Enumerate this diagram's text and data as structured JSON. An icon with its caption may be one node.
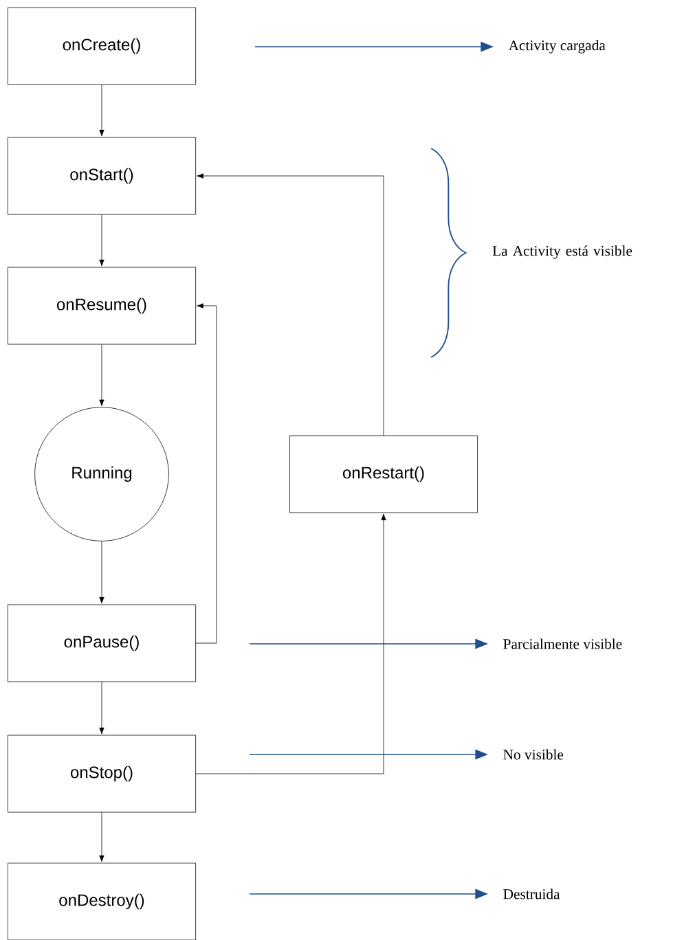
{
  "diagram": {
    "nodes": [
      {
        "text": [
          "onCreate()"
        ]
      },
      {
        "text": [
          "onStart()"
        ]
      },
      {
        "text": [
          "onResume()"
        ]
      },
      {
        "text": [
          "Running"
        ]
      },
      {
        "text": [
          "onPause()"
        ]
      },
      {
        "text": [
          "onStop()"
        ]
      },
      {
        "text": [
          "onDestroy()"
        ]
      },
      {
        "text": [
          "onRestart()"
        ]
      },
      {
        "text": [
          "Activity cargada"
        ]
      },
      {
        "text": [
          "Parcialmente visible"
        ]
      },
      {
        "text": [
          "No visible"
        ]
      },
      {
        "text": [
          "Destruida"
        ]
      }
    ],
    "edges": [
      {
        "from": 0,
        "to": 1,
        "arrow": "to"
      },
      {
        "from": 1,
        "to": 2,
        "arrow": "to"
      },
      {
        "from": 2,
        "to": 3,
        "arrow": "to"
      },
      {
        "from": 3,
        "to": 4,
        "arrow": "to"
      },
      {
        "from": 4,
        "to": 5,
        "arrow": "to"
      },
      {
        "from": 5,
        "to": 6,
        "arrow": "to"
      },
      {
        "from": 4,
        "to": 2,
        "arrow": "to"
      },
      {
        "from": 5,
        "to": 7,
        "arrow": "to"
      },
      {
        "from": 7,
        "to": 1,
        "arrow": "to"
      },
      {
        "from": null,
        "to": 8,
        "arrow": "to",
        "color": "#1f4e8c"
      },
      {
        "from": null,
        "to": 9,
        "arrow": "to",
        "color": "#1f4e8c"
      },
      {
        "from": null,
        "to": 10,
        "arrow": "to",
        "color": "#1f4e8c"
      },
      {
        "from": null,
        "to": 11,
        "arrow": "to",
        "color": "#1f4e8c"
      }
    ],
    "labels": [
      "La Activity está visible"
    ]
  }
}
